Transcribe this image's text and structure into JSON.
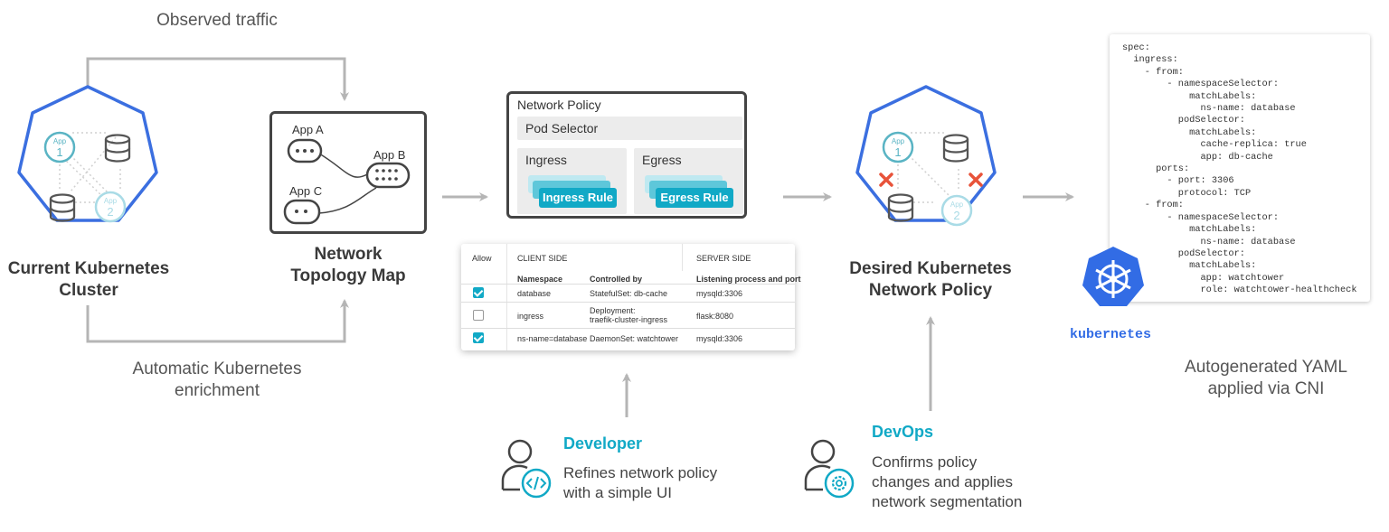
{
  "labels": {
    "observed_traffic": "Observed traffic",
    "current_cluster": "Current Kubernetes\nCluster",
    "topology_map": "Network\nTopology Map",
    "auto_enrichment": "Automatic Kubernetes\nenrichment",
    "desired_policy": "Desired Kubernetes\nNetwork Policy",
    "yaml_caption": "Autogenerated YAML\napplied via CNI",
    "kubernetes": "kubernetes"
  },
  "cluster": {
    "app1": "App",
    "app1_num": "1",
    "app2": "App",
    "app2_num": "2"
  },
  "topology": {
    "app_a": "App A",
    "app_b": "App B",
    "app_c": "App C"
  },
  "network_policy": {
    "title": "Network Policy",
    "pod_selector": "Pod Selector",
    "ingress": "Ingress",
    "egress": "Egress",
    "ingress_rule": "Ingress Rule",
    "egress_rule": "Egress Rule"
  },
  "policy_table": {
    "allow_header": "Allow",
    "client_side": "CLIENT SIDE",
    "server_side": "SERVER SIDE",
    "col_namespace": "Namespace",
    "col_controlled_by": "Controlled by",
    "col_listening": "Listening process and port",
    "rows": [
      {
        "checked": true,
        "namespace": "database",
        "controlled_by": "StatefulSet: db-cache",
        "listening": "mysqld:3306"
      },
      {
        "checked": false,
        "namespace": "ingress",
        "controlled_by": "Deployment:\ntraefik-cluster-ingress",
        "listening": "flask:8080"
      },
      {
        "checked": true,
        "namespace": "ns-name=database",
        "controlled_by": "DaemonSet: watchtower",
        "listening": "mysqld:3306"
      }
    ]
  },
  "yaml": "spec:\n  ingress:\n    - from:\n        - namespaceSelector:\n            matchLabels:\n              ns-name: database\n          podSelector:\n            matchLabels:\n              cache-replica: true\n              app: db-cache\n      ports:\n        - port: 3306\n          protocol: TCP\n    - from:\n        - namespaceSelector:\n            matchLabels:\n              ns-name: database\n          podSelector:\n            matchLabels:\n              app: watchtower\n              role: watchtower-healthcheck",
  "developer": {
    "title": "Developer",
    "description": "Refines network policy\nwith a simple UI"
  },
  "devops": {
    "title": "DevOps",
    "description": "Confirms policy\nchanges and applies\nnetwork segmentation"
  },
  "colors": {
    "accent": "#11a9c6",
    "cluster_blue": "#3b6fe0",
    "arrow_gray": "#b5b5b5",
    "deny_red": "#e8533a",
    "k8s_blue": "#326ce5"
  }
}
